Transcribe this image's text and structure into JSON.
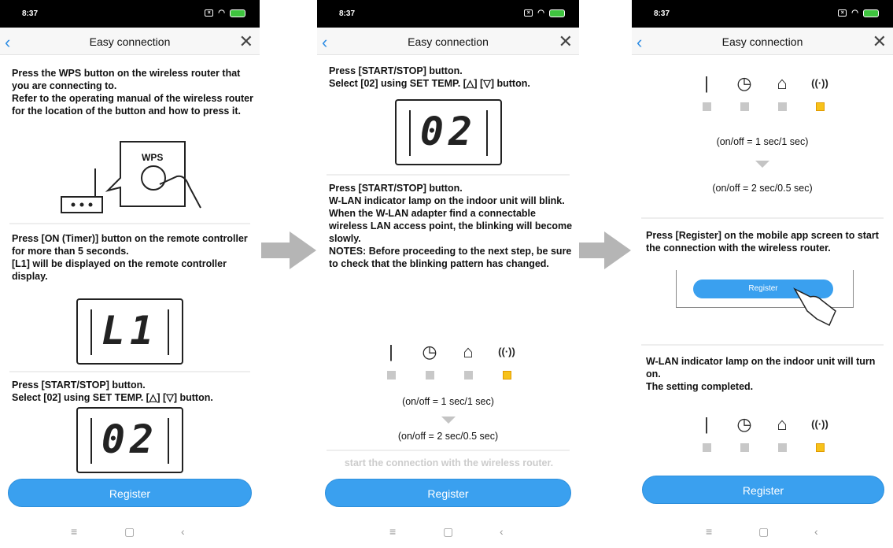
{
  "status": {
    "time": "8:37"
  },
  "header": {
    "title": "Easy connection"
  },
  "register_label": "Register",
  "panel1": {
    "step1": "Press the WPS button on the wireless router that you are connecting to.\nRefer to the operating manual of the wireless router for the location of the button and how to press it.",
    "wps_label": "WPS",
    "step2": "Press [ON (Timer)] button on the remote controller for more than 5 seconds.\n[L1] will be displayed on the remote controller display.",
    "lcd1": "L1",
    "step3": "Press [START/STOP] button.\nSelect [02] using SET TEMP. [△] [▽] button.",
    "lcd2": "02"
  },
  "panel2": {
    "step1": "Press [START/STOP] button.\nSelect [02] using SET TEMP. [△] [▽] button.",
    "lcd": "02",
    "step2": "Press [START/STOP] button.\nW-LAN indicator lamp on the indoor unit will blink.\nWhen the W-LAN adapter find a connectable wireless LAN access point, the blinking will become slowly.\nNOTES: Before proceeding to the next step, be sure to check that the blinking pattern has changed.",
    "pattern1": "(on/off = 1 sec/1 sec)",
    "pattern2": "(on/off = 2 sec/0.5 sec)",
    "faded": "start the connection with the wireless router."
  },
  "panel3": {
    "pattern1": "(on/off = 1 sec/1 sec)",
    "pattern2": "(on/off = 2 sec/0.5 sec)",
    "step1": "Press [Register] on the mobile app screen to start the connection with the wireless router.",
    "illus_button": "Register",
    "step2": "W-LAN indicator lamp on the indoor unit will turn on.\nThe setting completed."
  },
  "colors": {
    "accent": "#3aa0ef",
    "lamp_on": "#f7c21a",
    "back": "#2f8de4"
  }
}
